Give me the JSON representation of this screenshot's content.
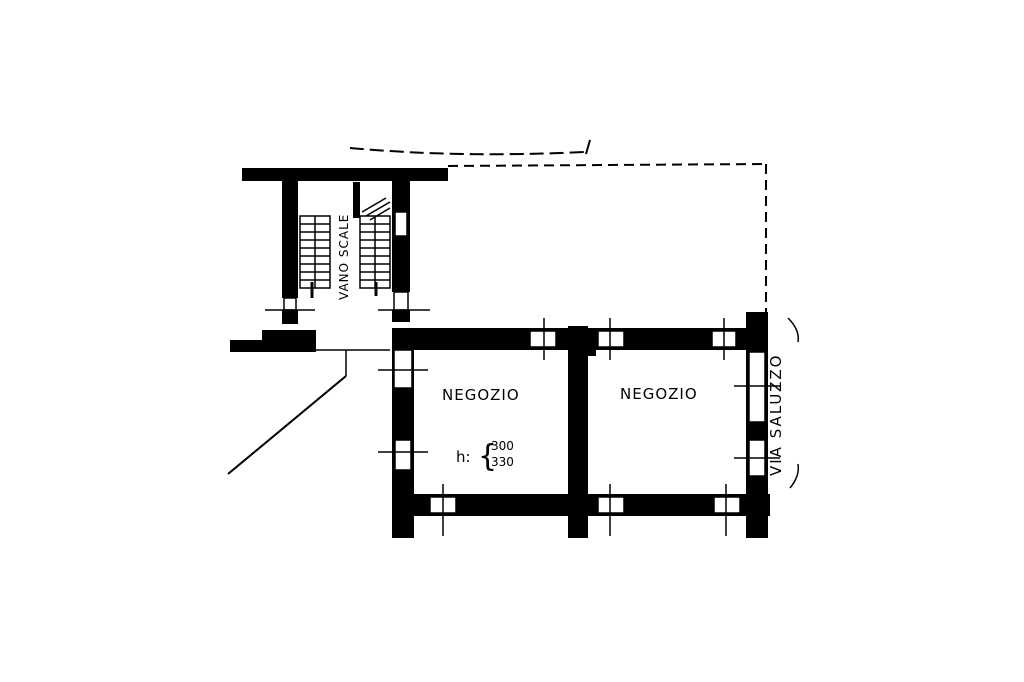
{
  "rooms": {
    "shop_left": "NEGOZIO",
    "shop_right": "NEGOZIO"
  },
  "height_note": {
    "prefix": "h:",
    "value_top": "300",
    "value_bottom": "330"
  },
  "stairwell_label": "VANO SCALE",
  "street_label": "VIA SALUZZO",
  "colors": {
    "ink": "#000000",
    "paper": "#ffffff"
  }
}
